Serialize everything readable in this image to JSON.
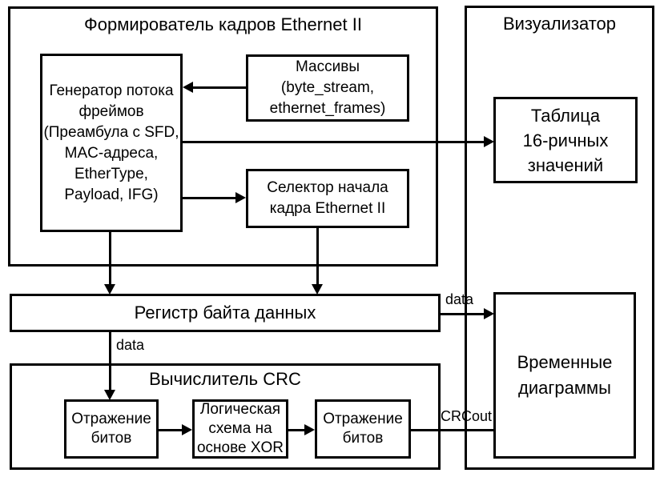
{
  "colors": {
    "background": "#ffffff",
    "line": "#000000",
    "text": "#000000"
  },
  "diagram": {
    "former": {
      "title": "Формирователь кадров Ethernet II",
      "generator": "Генератор потока\nфреймов\n(Преамбула с SFD,\nMAC-адреса,\nEtherType,\nPayload, IFG)",
      "arrays": "Массивы\n(byte_stream,\nethernet_frames)",
      "selector": "Селектор начала\nкадра Ethernet II"
    },
    "visualizer": {
      "title": "Визуализатор",
      "hex_table": "Таблица\n16-ричных\nзначений",
      "timing": "Временные\nдиаграммы"
    },
    "register": {
      "label": "Регистр байта данных"
    },
    "crc": {
      "title": "Вычислитель CRC",
      "reflect1": "Отражение\nбитов",
      "logic": "Логическая\nсхема на\nоснове XOR",
      "reflect2": "Отражение\nбитов"
    },
    "signals": {
      "data_to_timing": "data",
      "data_to_crc": "data",
      "crc_out": "CRCout"
    }
  }
}
